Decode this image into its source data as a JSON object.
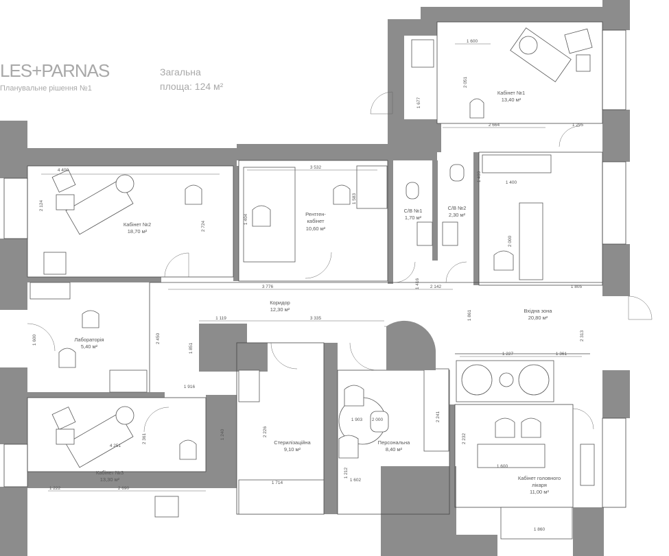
{
  "header": {
    "brand": "LES+PARNAS",
    "subtitle": "Планувальне рішення №1",
    "area_line1": "Загальна",
    "area_line2": "площа: 124 м²"
  },
  "rooms": [
    {
      "id": "cabinet1",
      "name": "Кабінет №1",
      "area": "13,40 м²"
    },
    {
      "id": "cabinet2",
      "name": "Кабінет №2",
      "area": "18,70 м²"
    },
    {
      "id": "cabinet3",
      "name": "Кабінет №3",
      "area": "13,30 м²"
    },
    {
      "id": "xray",
      "name": "Рентген-",
      "name2": "кабінет",
      "area": "10,60 м²"
    },
    {
      "id": "wc1",
      "name": "С/В №1",
      "area": "1,70 м²"
    },
    {
      "id": "wc2",
      "name": "С/В №2",
      "area": "2,30 м²"
    },
    {
      "id": "corridor",
      "name": "Коридор",
      "area": "12,30 м²"
    },
    {
      "id": "lab",
      "name": "Лабораторія",
      "area": "5,40 м²"
    },
    {
      "id": "waiting",
      "name": "Вхідна зона",
      "area": "20,80 м²"
    },
    {
      "id": "sterile",
      "name": "Стерилізаційна",
      "area": "9,10 м²"
    },
    {
      "id": "staff",
      "name": "Персональна",
      "area": "8,40 м²"
    },
    {
      "id": "chief",
      "name": "Кабінет головного",
      "name2": "лікаря",
      "area": "11,00 м²"
    }
  ],
  "dimensions": [
    "1 600",
    "2 051",
    "1 677",
    "2 664",
    "1 295",
    "4 400",
    "2 124",
    "2 724",
    "3 532",
    "1 404",
    "1 583",
    "1 400",
    "2 000",
    "2 142",
    "1 805",
    "1 400",
    "3 776",
    "1 119",
    "3 335",
    "1 227",
    "1 361",
    "2 313",
    "1 600",
    "2 450",
    "1 851",
    "2 226",
    "1 916",
    "1 714",
    "1 602",
    "1 212",
    "1 222",
    "2 690",
    "1 416",
    "1 240",
    "1 861",
    "2 241",
    "1 903",
    "2 000",
    "2 232",
    "1 600",
    "4 251",
    "2 361",
    "1 860"
  ]
}
